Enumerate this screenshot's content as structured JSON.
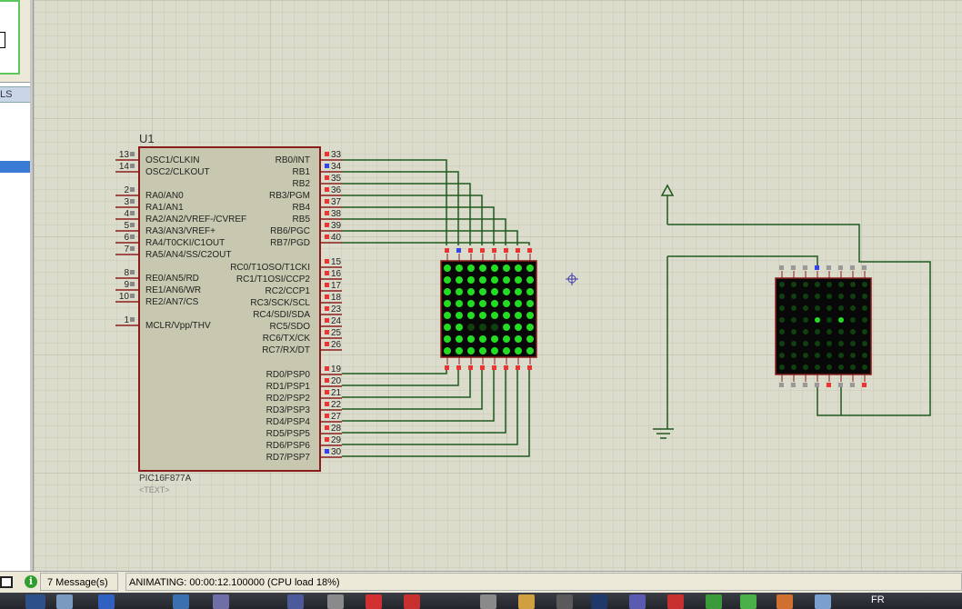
{
  "left_panel": {
    "label": "LS"
  },
  "schematic": {
    "mcu": {
      "ref": "U1",
      "part": "PIC16F877A",
      "text_placeholder": "<TEXT>",
      "left_pins": [
        {
          "num": "13",
          "name": "OSC1/CLKIN"
        },
        {
          "num": "14",
          "name": "OSC2/CLKOUT"
        },
        {
          "num": "2",
          "name": "RA0/AN0"
        },
        {
          "num": "3",
          "name": "RA1/AN1"
        },
        {
          "num": "4",
          "name": "RA2/AN2/VREF-/CVREF"
        },
        {
          "num": "5",
          "name": "RA3/AN3/VREF+"
        },
        {
          "num": "6",
          "name": "RA4/T0CKI/C1OUT"
        },
        {
          "num": "7",
          "name": "RA5/AN4/SS/C2OUT"
        },
        {
          "num": "8",
          "name": "RE0/AN5/RD"
        },
        {
          "num": "9",
          "name": "RE1/AN6/WR"
        },
        {
          "num": "10",
          "name": "RE2/AN7/CS"
        },
        {
          "num": "1",
          "name": "MCLR/Vpp/THV"
        }
      ],
      "right_pins": [
        {
          "num": "33",
          "name": "RB0/INT"
        },
        {
          "num": "34",
          "name": "RB1"
        },
        {
          "num": "35",
          "name": "RB2"
        },
        {
          "num": "36",
          "name": "RB3/PGM"
        },
        {
          "num": "37",
          "name": "RB4"
        },
        {
          "num": "38",
          "name": "RB5"
        },
        {
          "num": "39",
          "name": "RB6/PGC"
        },
        {
          "num": "40",
          "name": "RB7/PGD"
        },
        {
          "num": "15",
          "name": "RC0/T1OSO/T1CKI"
        },
        {
          "num": "16",
          "name": "RC1/T1OSI/CCP2"
        },
        {
          "num": "17",
          "name": "RC2/CCP1"
        },
        {
          "num": "18",
          "name": "RC3/SCK/SCL"
        },
        {
          "num": "23",
          "name": "RC4/SDI/SDA"
        },
        {
          "num": "24",
          "name": "RC5/SDO"
        },
        {
          "num": "25",
          "name": "RC6/TX/CK"
        },
        {
          "num": "26",
          "name": "RC7/RX/DT"
        },
        {
          "num": "19",
          "name": "RD0/PSP0"
        },
        {
          "num": "20",
          "name": "RD1/PSP1"
        },
        {
          "num": "21",
          "name": "RD2/PSP2"
        },
        {
          "num": "22",
          "name": "RD3/PSP3"
        },
        {
          "num": "27",
          "name": "RD4/PSP4"
        },
        {
          "num": "28",
          "name": "RD5/PSP5"
        },
        {
          "num": "29",
          "name": "RD6/PSP6"
        },
        {
          "num": "30",
          "name": "RD7/PSP7"
        }
      ]
    },
    "matrix1": {
      "rows": [
        "11111111",
        "11111111",
        "11111111",
        "11111111",
        "11111111",
        "11000111",
        "11111111",
        "11111111"
      ]
    },
    "matrix2": {
      "rows": [
        "00000000",
        "00000000",
        "00000000",
        "00010100",
        "00000000",
        "00000000",
        "00000000",
        "00000000"
      ]
    }
  },
  "status": {
    "messages": "7 Message(s)",
    "animating": "ANIMATING: 00:00:12.100000 (CPU load 18%)"
  },
  "taskbar": {
    "lang": "FR"
  },
  "colors": {
    "canvas_bg": "#dcdccc",
    "grid": "#c4c4b0",
    "chip_fill": "#c8c8b0",
    "chip_border": "#8b1c1c",
    "wire": "#1f5a1f",
    "led_on": "#22dd22",
    "led_off": "#104010",
    "pin_red": "#ee3333",
    "pin_blue": "#3344ee"
  }
}
